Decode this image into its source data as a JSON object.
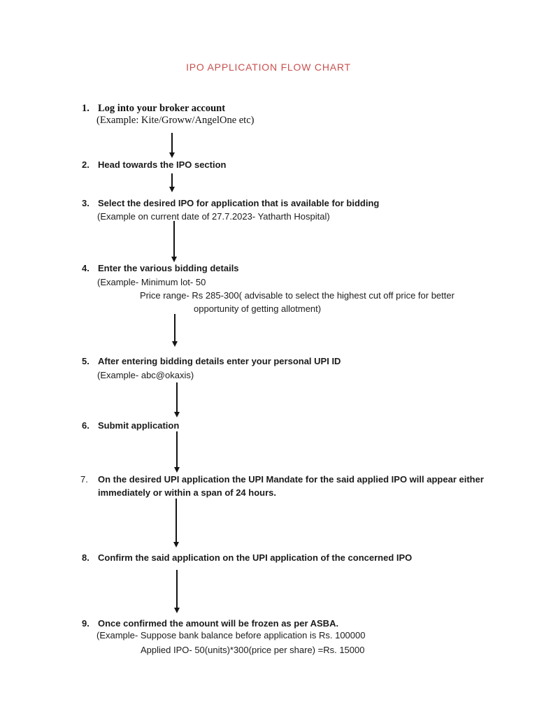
{
  "document": {
    "title": "IPO APPLICATION FLOW CHART",
    "title_color": "#c8504e",
    "text_color": "#1b1b1b"
  },
  "steps": [
    {
      "num": "1.",
      "title": "Log into your broker account",
      "ex1": "(Example: Kite/Groww/AngelOne etc)"
    },
    {
      "num": "2.",
      "title": "Head towards the IPO section"
    },
    {
      "num": "3.",
      "title": "Select the desired IPO for application that is available for bidding",
      "ex1": "(Example on current date of 27.7.2023- Yatharth Hospital)"
    },
    {
      "num": "4.",
      "title": "Enter the various bidding details",
      "ex1": "(Example- Minimum lot- 50",
      "ex2": "Price range- Rs 285-300( advisable to select the highest cut off price for better",
      "ex3": "opportunity of getting allotment)"
    },
    {
      "num": "5.",
      "title": "After entering bidding details enter your personal UPI ID",
      "ex1": "(Example- abc@okaxis)"
    },
    {
      "num": "6.",
      "title": "Submit application"
    },
    {
      "num": "7.",
      "title": "On the desired UPI application the UPI Mandate for the said applied IPO will appear either",
      "title2": "immediately or within a span of 24 hours."
    },
    {
      "num": "8.",
      "title": "Confirm the said application on the UPI application of the concerned IPO"
    },
    {
      "num": "9.",
      "title": "Once confirmed the amount will be frozen as per ASBA.",
      "ex1": "(Example- Suppose bank balance before application is Rs. 100000",
      "ex2": "Applied IPO- 50(units)*300(price per share) =Rs. 15000"
    }
  ]
}
